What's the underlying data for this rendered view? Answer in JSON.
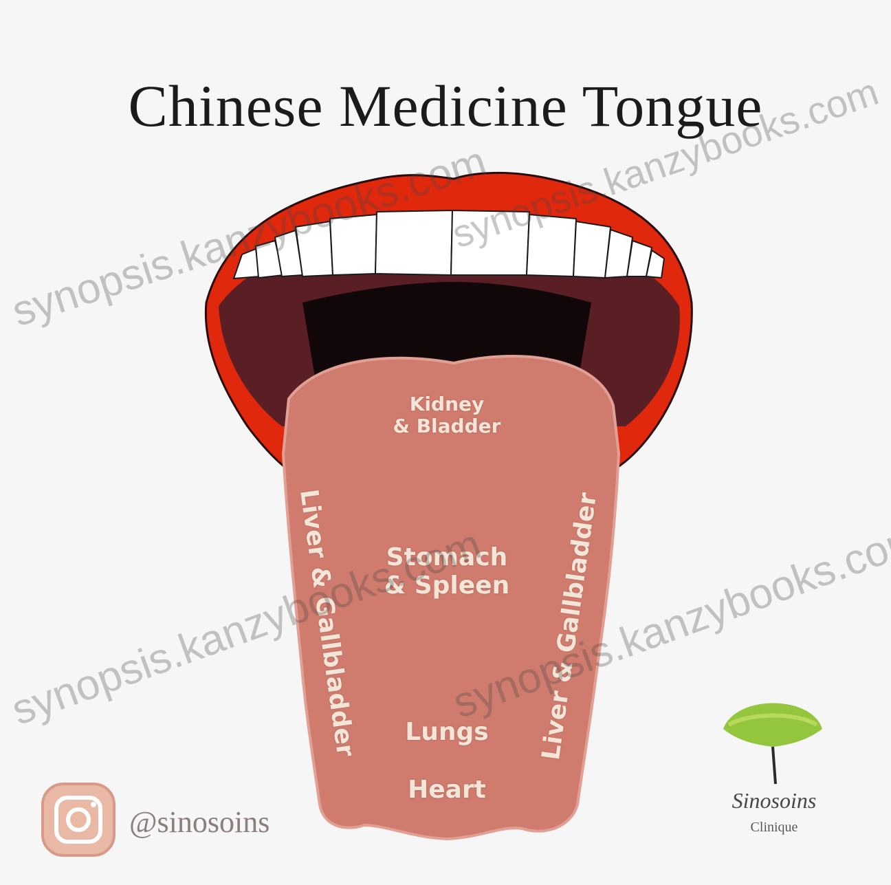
{
  "title": "Chinese Medicine Tongue",
  "zones": {
    "kidney": "Kidney\n& Bladder",
    "stomach": "Stomach\n& Spleen",
    "liver_left": "Liver & Gallbladder",
    "liver_right": "Liver & Gallbladder",
    "lungs": "Lungs",
    "heart": "Heart"
  },
  "social": {
    "icon": "instagram-icon",
    "handle": "@sinosoins"
  },
  "brand": {
    "name": "Sinosoins",
    "subtitle": "Clinique",
    "icon": "ginkgo-leaf-icon"
  },
  "watermarks": [
    "synopsis.kanzybooks.com",
    "synopsis.kanzybooks.com",
    "synopsis.kanzybooks.com",
    "synopsis.kanzybooks.com"
  ],
  "colors": {
    "lips": "#e0280d",
    "mouth_interior": "#5a1f24",
    "throat": "#120708",
    "tongue": "#cf7b6e",
    "teeth": "#ffffff",
    "label": "#f3e6d8"
  }
}
